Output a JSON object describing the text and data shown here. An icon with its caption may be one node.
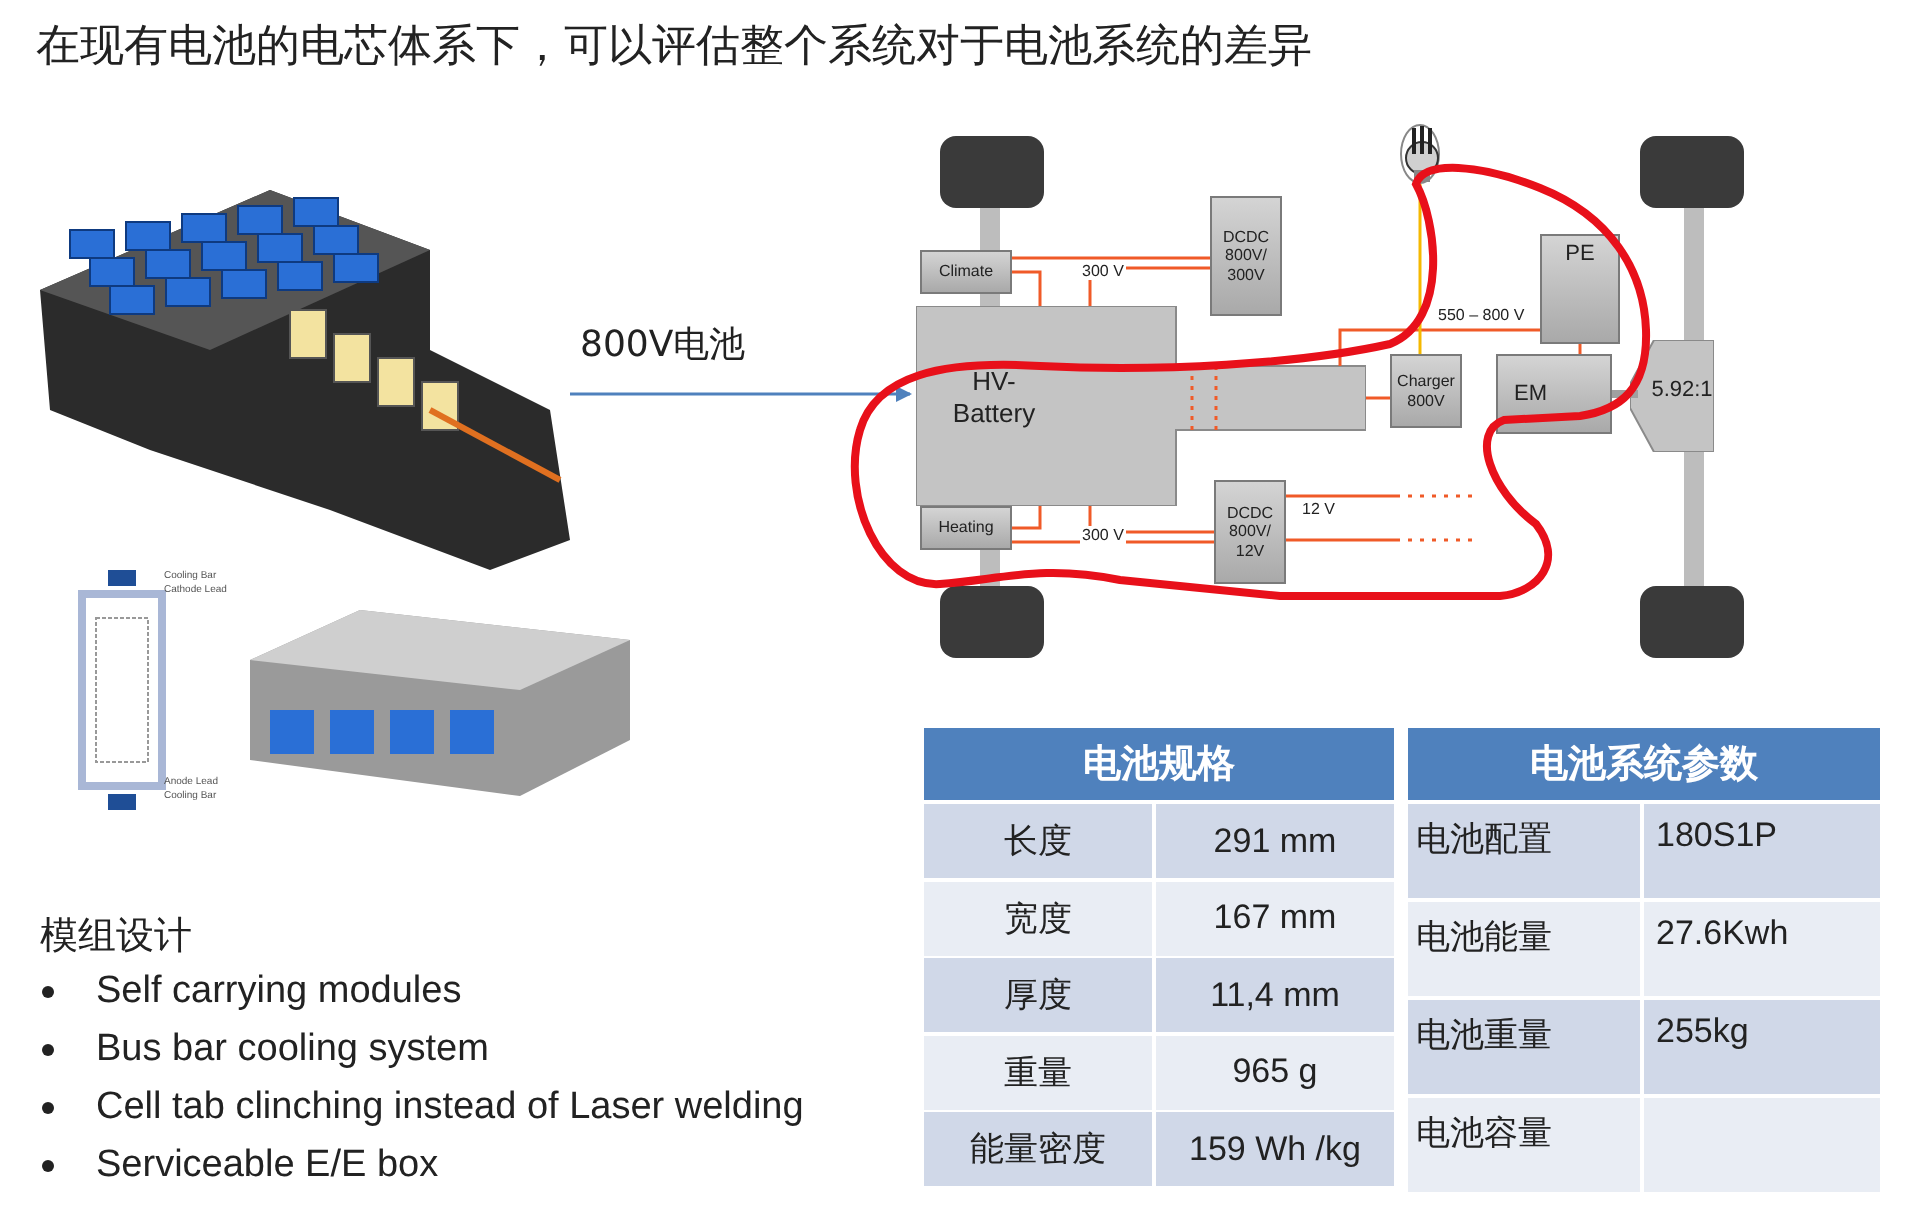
{
  "diagram": {
    "title": "在现有电池的电芯体系下，可以评估整个系统对于电池系统的差异",
    "nodes": [
      {
        "text": [],
        "shape": "picture"
      },
      {
        "text": [],
        "shape": "picture",
        "beside": [
          "Cooling Bar",
          "Cathode Lead",
          "Anode Lead",
          "Cooling Bar"
        ]
      },
      {
        "text": [],
        "shape": "picture"
      },
      {
        "text": [],
        "shape": "picture"
      },
      {
        "text": [
          "Climate"
        ],
        "in": 3
      },
      {
        "text": [
          "DCDC 800V/ 300V"
        ],
        "in": 3
      },
      {
        "text": [],
        "shape": "circle",
        "in": 3
      },
      {
        "text": [
          "PE"
        ],
        "in": 3
      },
      {
        "text": [
          "HV-Battery"
        ],
        "in": 3
      },
      {
        "text": [
          "Charger 800V"
        ],
        "in": 3
      },
      {
        "text": [
          "EM"
        ],
        "in": 3
      },
      {
        "text": [
          "5.92:1"
        ],
        "in": 3
      },
      {
        "text": [
          "Heating"
        ],
        "in": 3
      },
      {
        "text": [
          "DCDC 800V/ 12V"
        ],
        "in": 3
      }
    ],
    "edges": [
      {
        "from": 0,
        "to": 3,
        "arrow": "to",
        "label": "800V电池",
        "color": "#4f81bd"
      },
      {
        "from": 4,
        "to": 8,
        "arrow": "none"
      },
      {
        "from": 5,
        "to": 8,
        "arrow": "none"
      },
      {
        "from": 8,
        "to": 7,
        "arrow": "none"
      },
      {
        "from": 8,
        "to": 9,
        "arrow": "none"
      },
      {
        "from": 12,
        "to": 8,
        "arrow": "none"
      },
      {
        "from": 13,
        "to": 8,
        "arrow": "none"
      },
      {
        "from": 7,
        "to": 10,
        "arrow": "none"
      },
      {
        "from": 6,
        "to": 9,
        "arrow": "none",
        "color": "#f5b800"
      },
      {
        "from": 10,
        "to": 11,
        "arrow": "none",
        "color": "#a0a0a0",
        "style": "thick"
      },
      {
        "from": 4,
        "to": 5,
        "arrow": "none"
      },
      {
        "from": 12,
        "to": 13,
        "arrow": "none"
      },
      {
        "from": 13,
        "to": null,
        "arrow": "none",
        "style": "dashed"
      },
      {
        "from": 13,
        "to": null,
        "arrow": "none",
        "style": "dashed"
      }
    ],
    "labels": [
      "300 V",
      "550 – 800 V",
      "300 V",
      "12 V",
      "电池规格",
      "电池系统参数",
      "长度",
      "291 mm",
      "电池配置",
      "180S1P",
      "宽度",
      "167 mm",
      "电池能量",
      "27.6Kwh",
      "厚度",
      "11,4 mm",
      "电池重量",
      "255kg",
      "重量",
      "965 g",
      "电池容量",
      "能量密度",
      "159 Wh /kg",
      "模组设计",
      "Self carrying modules",
      "Bus bar cooling system",
      "Cell tab clinching instead of Laser welding",
      "Serviceable E/E box"
    ]
  }
}
